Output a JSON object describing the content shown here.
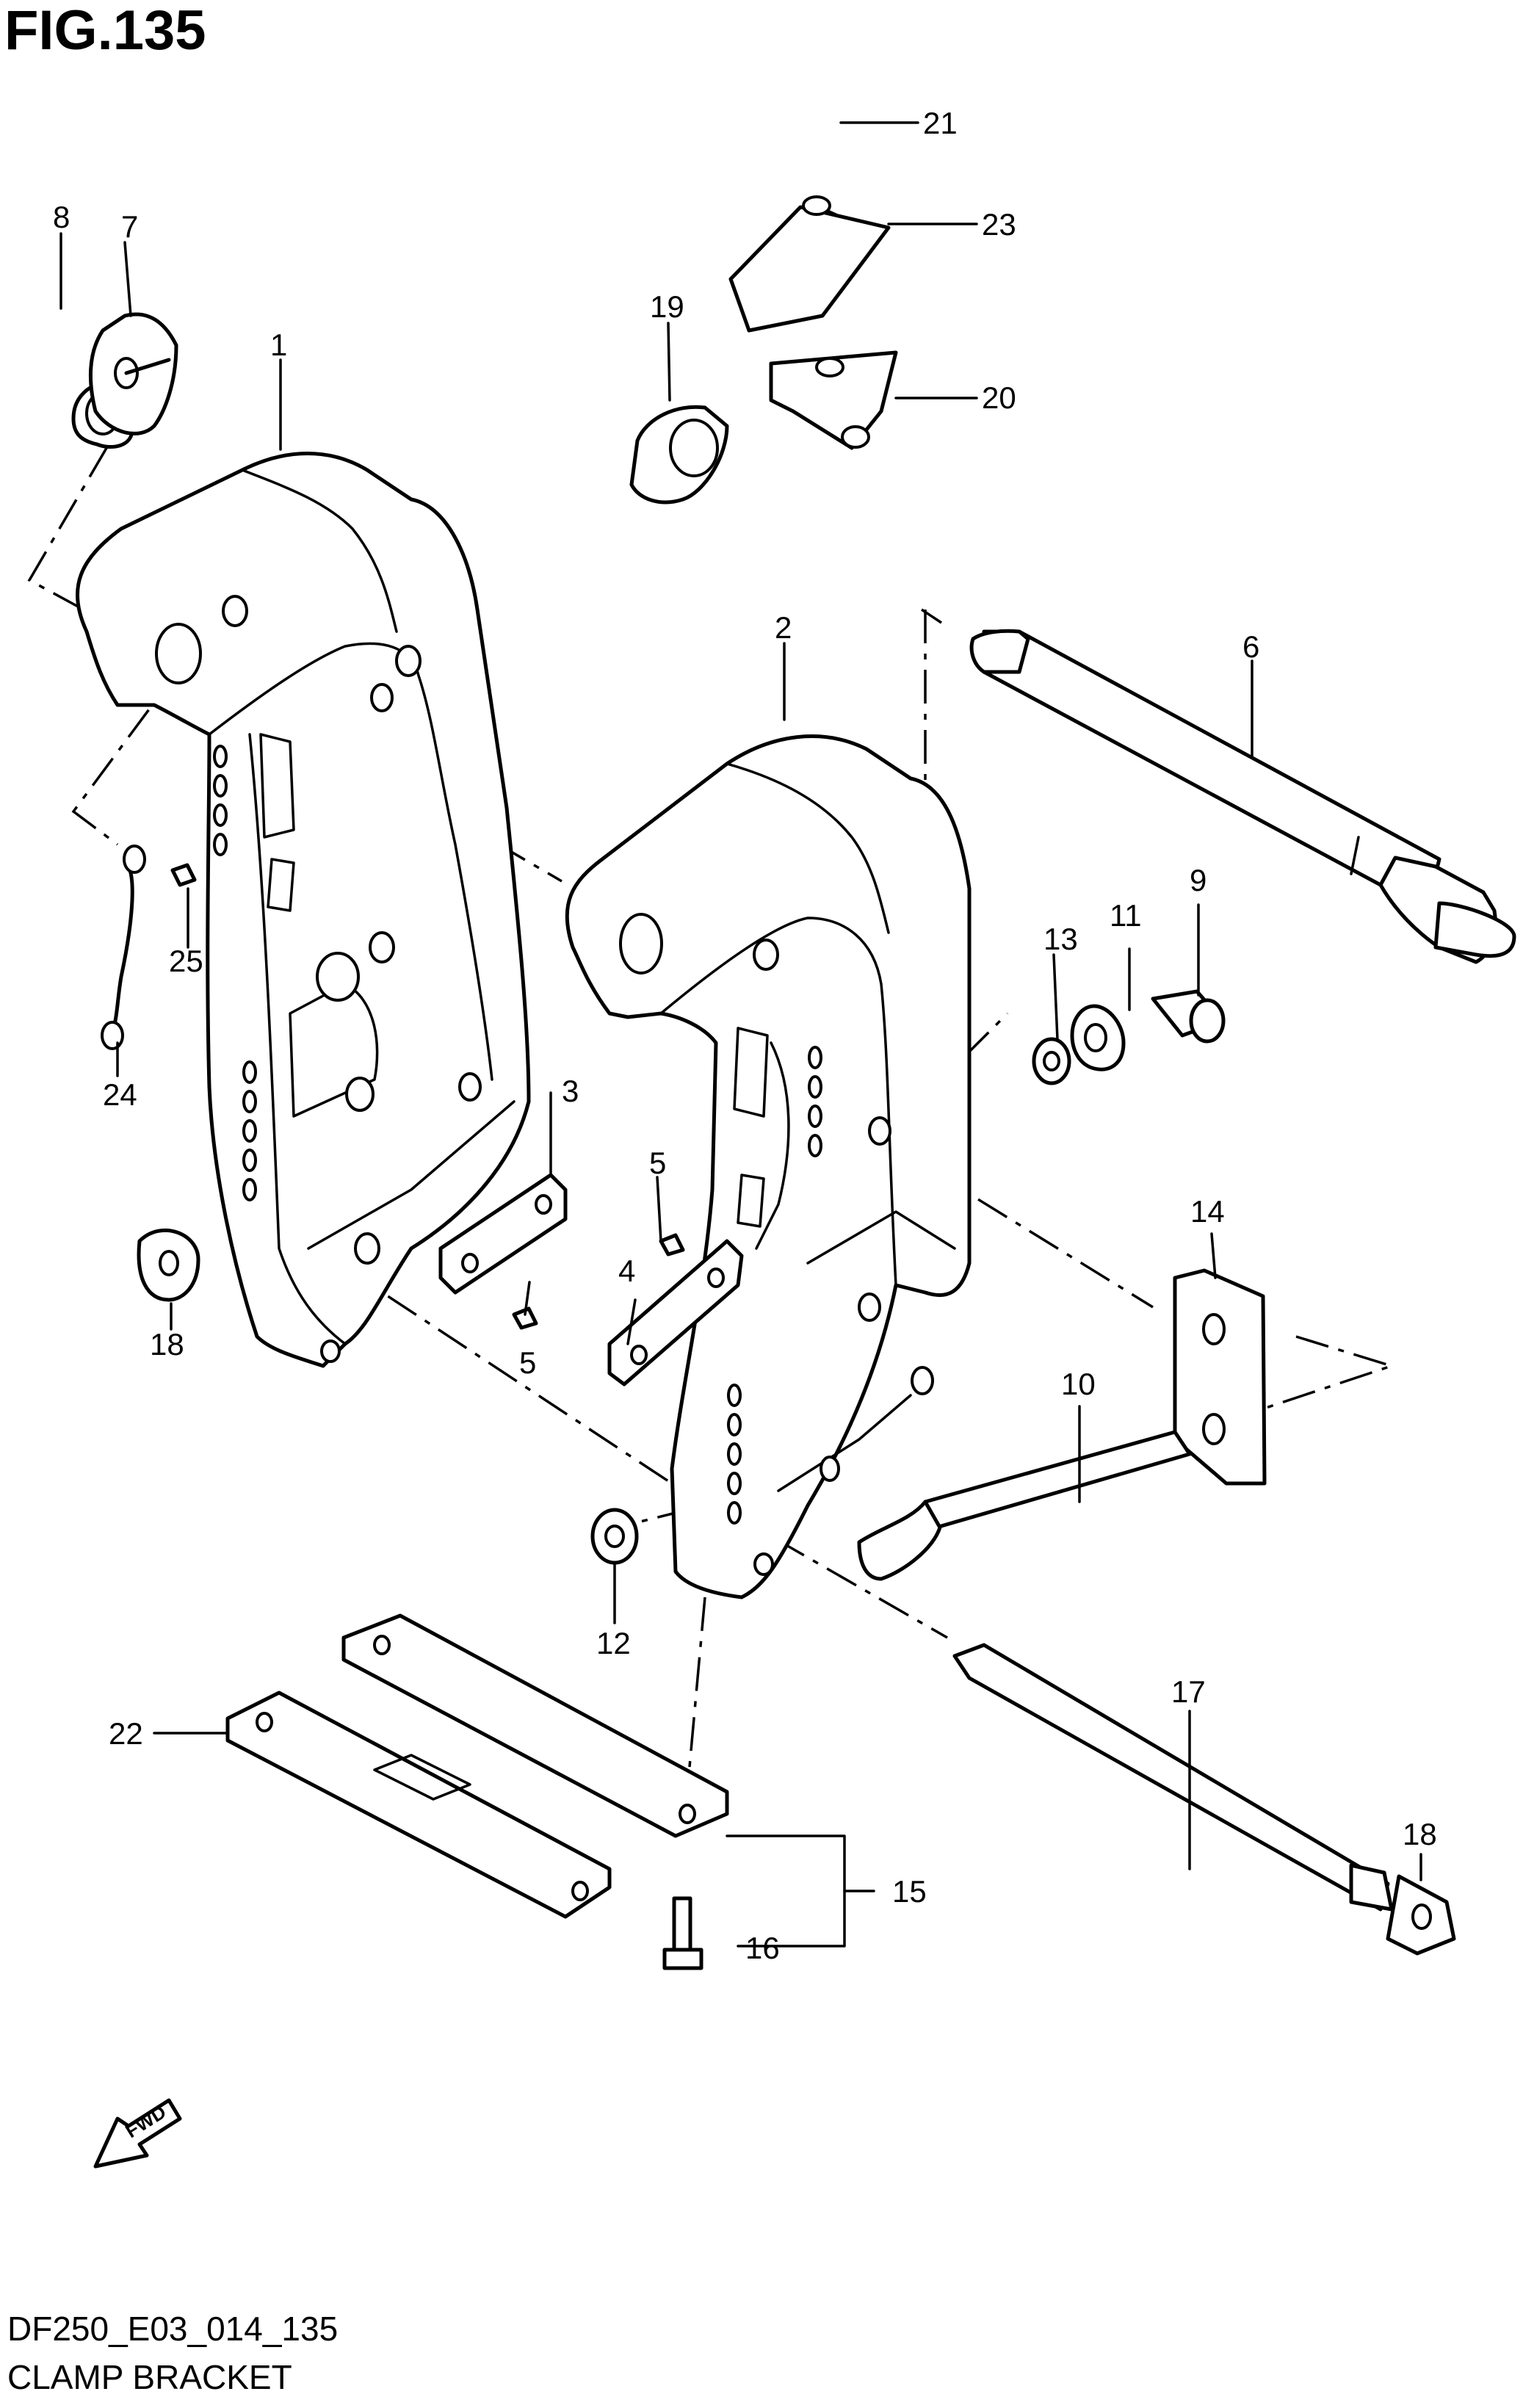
{
  "figure": {
    "title": "FIG.135",
    "code": "DF250_E03_014_135",
    "caption": "CLAMP BRACKET",
    "fwd_label": "FWD"
  },
  "callouts": [
    {
      "id": "c1",
      "label": "1"
    },
    {
      "id": "c2",
      "label": "2"
    },
    {
      "id": "c3",
      "label": "3"
    },
    {
      "id": "c4",
      "label": "4"
    },
    {
      "id": "c5a",
      "label": "5"
    },
    {
      "id": "c5b",
      "label": "5"
    },
    {
      "id": "c6",
      "label": "6"
    },
    {
      "id": "c7",
      "label": "7"
    },
    {
      "id": "c8",
      "label": "8"
    },
    {
      "id": "c9",
      "label": "9"
    },
    {
      "id": "c10",
      "label": "10"
    },
    {
      "id": "c11",
      "label": "11"
    },
    {
      "id": "c12",
      "label": "12"
    },
    {
      "id": "c13",
      "label": "13"
    },
    {
      "id": "c14",
      "label": "14"
    },
    {
      "id": "c15",
      "label": "15"
    },
    {
      "id": "c16",
      "label": "16"
    },
    {
      "id": "c17",
      "label": "17"
    },
    {
      "id": "c18a",
      "label": "18"
    },
    {
      "id": "c18b",
      "label": "18"
    },
    {
      "id": "c19",
      "label": "19"
    },
    {
      "id": "c20",
      "label": "20"
    },
    {
      "id": "c21",
      "label": "21"
    },
    {
      "id": "c22",
      "label": "22"
    },
    {
      "id": "c23",
      "label": "23"
    },
    {
      "id": "c24",
      "label": "24"
    },
    {
      "id": "c25",
      "label": "25"
    }
  ]
}
